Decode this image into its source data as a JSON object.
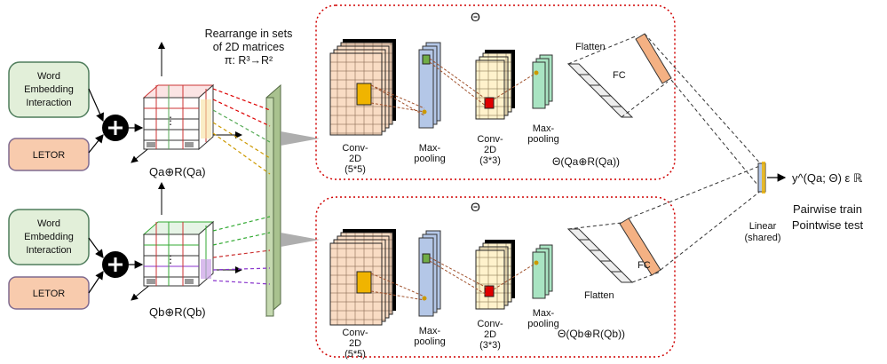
{
  "colors": {
    "green_box": "#e2efd9",
    "green_border": "#4f7d5c",
    "orange_box": "#f8cbad",
    "orange_border": "#7f6a8f",
    "grid_fill": "#f9dcc4",
    "yellow_grid": "#fff2cc",
    "red_dotted": "#d00000",
    "green_bar": "#c5d9b0",
    "blue_pool": "#b4c7e7",
    "teal_pool": "#a9e4c2",
    "fc_orange": "#f4b183"
  },
  "inputs": {
    "top": {
      "box1": [
        "Word",
        "Embedding",
        "Interaction"
      ],
      "box2": "LETOR",
      "cube_label": "Qa⊕R(Qa)"
    },
    "bottom": {
      "box1": [
        "Word",
        "Embedding",
        "Interaction"
      ],
      "box2": "LETOR",
      "cube_label": "Qb⊕R(Qb)"
    }
  },
  "rearrange": [
    "Rearrange in sets",
    "of 2D matrices",
    "π: R³→R²"
  ],
  "network_top": {
    "theta": "Θ",
    "conv1": [
      "Conv-",
      "2D",
      "(5*5)"
    ],
    "pool1": [
      "Max-",
      "pooling"
    ],
    "conv2": [
      "Conv-",
      "2D",
      "(3*3)"
    ],
    "pool2": [
      "Max-",
      "pooling"
    ],
    "flatten": "Flatten",
    "fc": "FC",
    "output": "Θ(Qa⊕R(Qa))"
  },
  "network_bottom": {
    "theta": "Θ",
    "conv1": [
      "Conv-",
      "2D",
      "(5*5)"
    ],
    "pool1": [
      "Max-",
      "pooling"
    ],
    "conv2": [
      "Conv-",
      "2D",
      "(3*3)"
    ],
    "pool2": [
      "Max-",
      "pooling"
    ],
    "flatten": "Flatten",
    "fc": "FC",
    "output": "Θ(Qb⊕R(Qb))"
  },
  "linear": [
    "Linear",
    "(shared)"
  ],
  "result": "y^(Qa; Θ) ε ℝ",
  "training": [
    "Pairwise train",
    "Pointwise test"
  ]
}
